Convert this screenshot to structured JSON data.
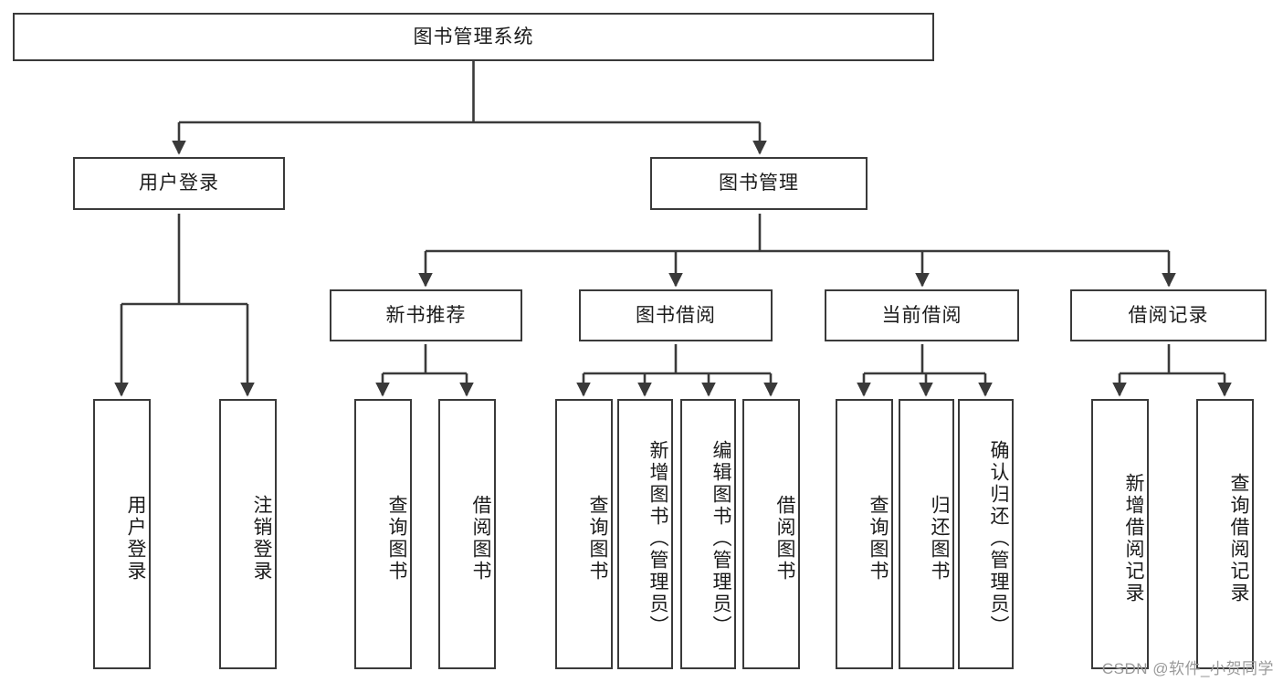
{
  "diagram": {
    "title": "图书管理系统",
    "type": "tree",
    "stroke_color": "#3a3a3a",
    "text_color": "#1b1b1b",
    "background": "#ffffff"
  },
  "root": {
    "label": "图书管理系统"
  },
  "level2": [
    {
      "label": "用户登录"
    },
    {
      "label": "图书管理"
    }
  ],
  "level3": [
    {
      "label": "新书推荐"
    },
    {
      "label": "图书借阅"
    },
    {
      "label": "当前借阅"
    },
    {
      "label": "借阅记录"
    }
  ],
  "leaves": [
    {
      "label": "用户登录",
      "parent": "用户登录"
    },
    {
      "label": "注销登录",
      "parent": "用户登录"
    },
    {
      "label": "查询图书",
      "parent": "新书推荐"
    },
    {
      "label": "借阅图书",
      "parent": "新书推荐"
    },
    {
      "label": "查询图书",
      "parent": "图书借阅"
    },
    {
      "label": "新增图书（管理员）",
      "parent": "图书借阅"
    },
    {
      "label": "编辑图书（管理员）",
      "parent": "图书借阅"
    },
    {
      "label": "借阅图书",
      "parent": "图书借阅"
    },
    {
      "label": "查询图书",
      "parent": "当前借阅"
    },
    {
      "label": "归还图书",
      "parent": "当前借阅"
    },
    {
      "label": "确认归还（管理员）",
      "parent": "当前借阅"
    },
    {
      "label": "新增借阅记录",
      "parent": "借阅记录"
    },
    {
      "label": "查询借阅记录",
      "parent": "借阅记录"
    }
  ],
  "watermark": {
    "text": "CSDN @软件_小贺同学"
  }
}
